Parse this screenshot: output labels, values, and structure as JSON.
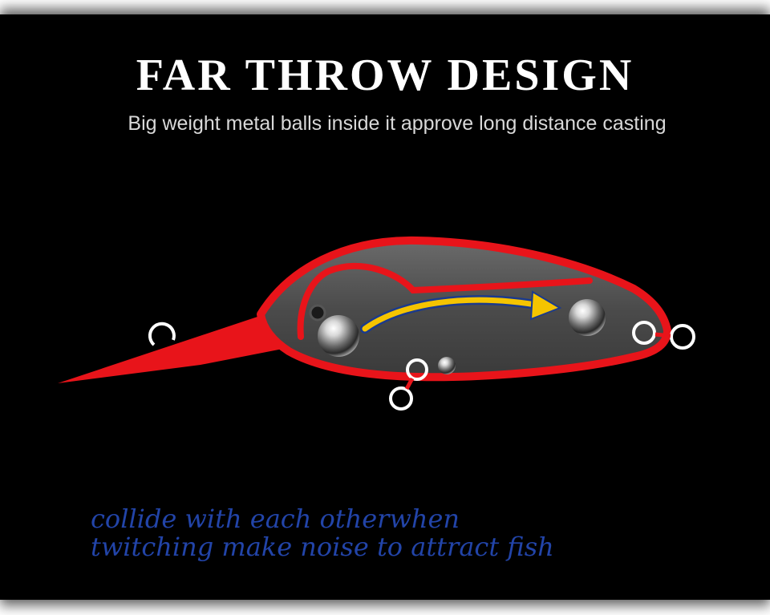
{
  "heading": {
    "title": "FAR THROW DESIGN",
    "subtitle": "Big weight metal balls inside it approve long distance casting"
  },
  "caption": {
    "line1": "collide with each otherwhen",
    "line2": "twitching make noise to attract fish"
  },
  "colors": {
    "background": "#000000",
    "lure_outline": "#e8141a",
    "arrow": "#f5c400",
    "caption_text": "#2244a8"
  },
  "icons": {
    "lure": "fishing-lure-cutaway",
    "balls": "metal-ball",
    "arrow": "curved-arrow-right",
    "rings": "split-ring"
  }
}
